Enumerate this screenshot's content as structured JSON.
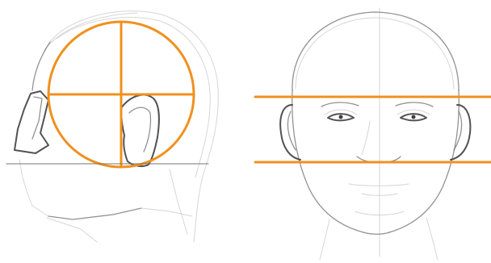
{
  "colors": {
    "guide_line": "#f0901e",
    "pencil": "#6e6e6e",
    "pencil_light": "#b5b5b5",
    "pencil_dark": "#3f3f3f",
    "background": "#ffffff"
  },
  "panels": [
    {
      "name": "side-view-head",
      "guides": [
        "cranium-circle",
        "vertical-axis",
        "horizontal-axis",
        "jaw-line"
      ]
    },
    {
      "name": "front-view-head",
      "guides": [
        "brow-line",
        "nose-line"
      ]
    }
  ]
}
